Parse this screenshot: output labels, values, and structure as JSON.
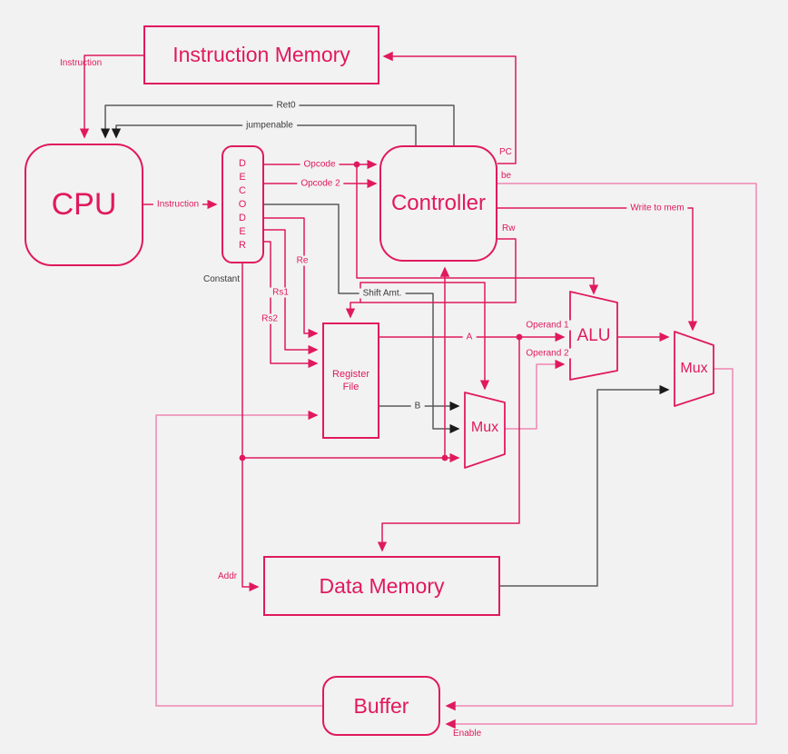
{
  "diagram_title": "CPU datapath block diagram",
  "blocks": {
    "instruction_memory": "Instruction Memory",
    "cpu": "CPU",
    "decoder": "DECODER",
    "controller": "Controller",
    "register_file": "Register File",
    "alu": "ALU",
    "mux_top": "Mux",
    "mux_bottom": "Mux",
    "data_memory": "Data Memory",
    "buffer": "Buffer"
  },
  "signals": {
    "instruction_fetch": "Instruction",
    "instruction_decode": "Instruction",
    "ret0": "Ret0",
    "jumpenable": "jumpenable",
    "opcode": "Opcode",
    "opcode2": "Opcode 2",
    "pc": "PC",
    "be": "be",
    "write_to_mem": "Write to mem",
    "rw": "Rw",
    "re": "Re",
    "rs1": "Rs1",
    "rs2": "Rs2",
    "constant": "Constant",
    "shift_amt": "Shift Amt.",
    "a": "A",
    "b": "B",
    "operand1": "Operand 1",
    "operand2": "Operand 2",
    "addr": "Addr",
    "enable": "Enable"
  },
  "colors": {
    "primary": "#e0195e",
    "light_pink": "#ef86b2",
    "wire_gray": "#5a5a5a",
    "background": "#f2f2f2"
  }
}
